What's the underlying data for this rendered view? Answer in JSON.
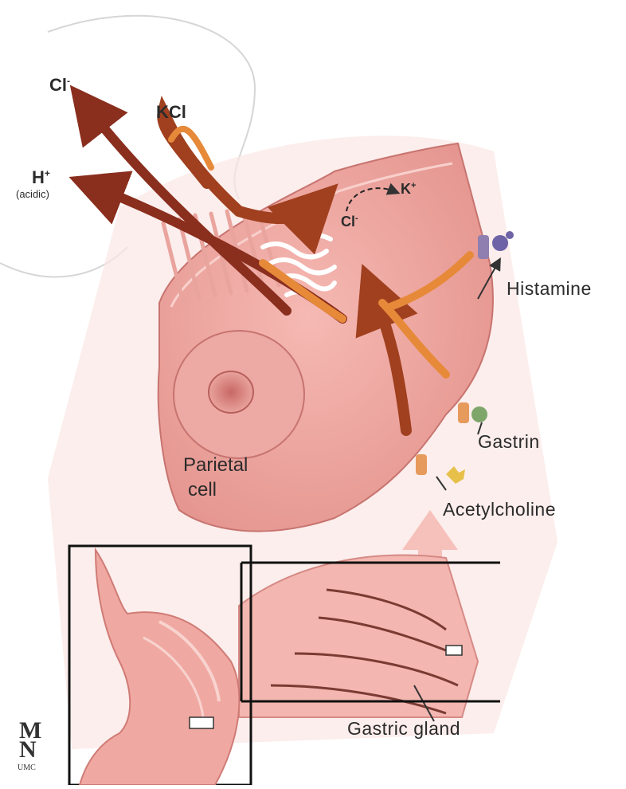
{
  "labels": {
    "cl_out": "Cl",
    "kcl": "KCl",
    "h_plus": "H",
    "acidic": "(acidic)",
    "cl_in": "Cl",
    "k_plus": "K",
    "histamine": "Histamine",
    "gastrin": "Gastrin",
    "acetylcholine": "Acetylcholine",
    "parietal_cell_1": "Parietal",
    "parietal_cell_2": "cell",
    "gastric_gland": "Gastric gland"
  },
  "watermark": {
    "logo_text": "MN",
    "org": "UMC"
  },
  "colors": {
    "background": "#ffffff",
    "cell": "#f0a4a0",
    "cell_dark": "#d9817c",
    "arrow_dark": "#8a2e1e",
    "arrow_light": "#d9762e",
    "label": "#2b2b2b"
  }
}
